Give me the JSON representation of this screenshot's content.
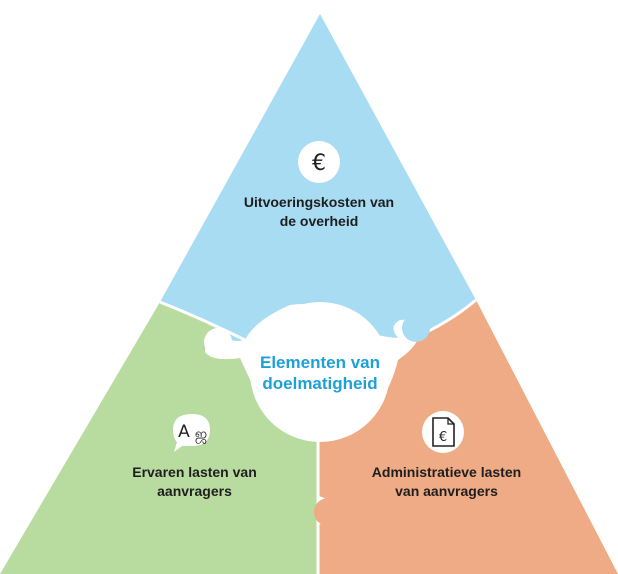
{
  "diagram": {
    "center": {
      "line1": "Elementen van",
      "line2": "doelmatigheid"
    },
    "segments": [
      {
        "line1": "Uitvoeringskosten van",
        "line2": "de overheid",
        "icon": "euro-icon",
        "glyph": "€",
        "color": "#a7dcf3"
      },
      {
        "line1": "Ervaren lasten van",
        "line2": "aanvragers",
        "icon": "translate-speech-icon",
        "glyph": "A",
        "color": "#b8dc9f"
      },
      {
        "line1": "Administratieve lasten",
        "line2": "van aanvragers",
        "icon": "euro-document-icon",
        "glyph": "€",
        "color": "#eeab85"
      }
    ],
    "colors": {
      "center_text": "#1ea0d8",
      "background": "#ffffff"
    }
  }
}
